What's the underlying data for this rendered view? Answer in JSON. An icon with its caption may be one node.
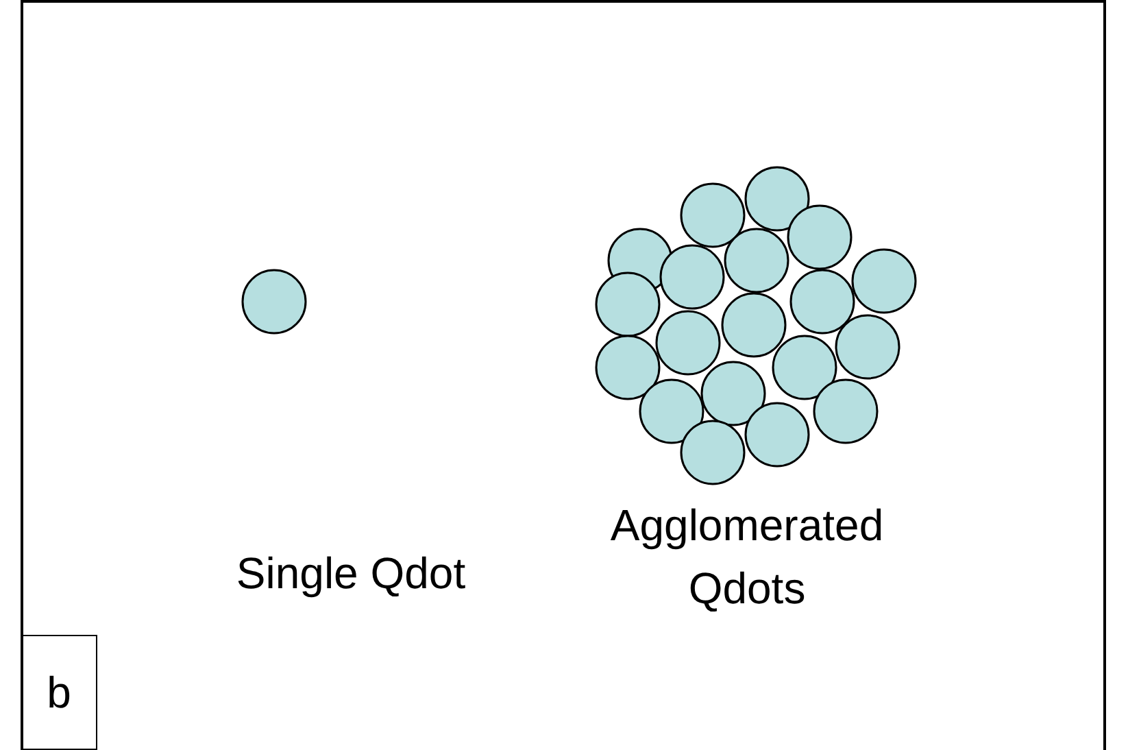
{
  "diagram": {
    "nodes": [
      {
        "text": [
          "b"
        ]
      }
    ],
    "labels": [
      "Single Qdot",
      "Agglomerated Qdots"
    ]
  }
}
